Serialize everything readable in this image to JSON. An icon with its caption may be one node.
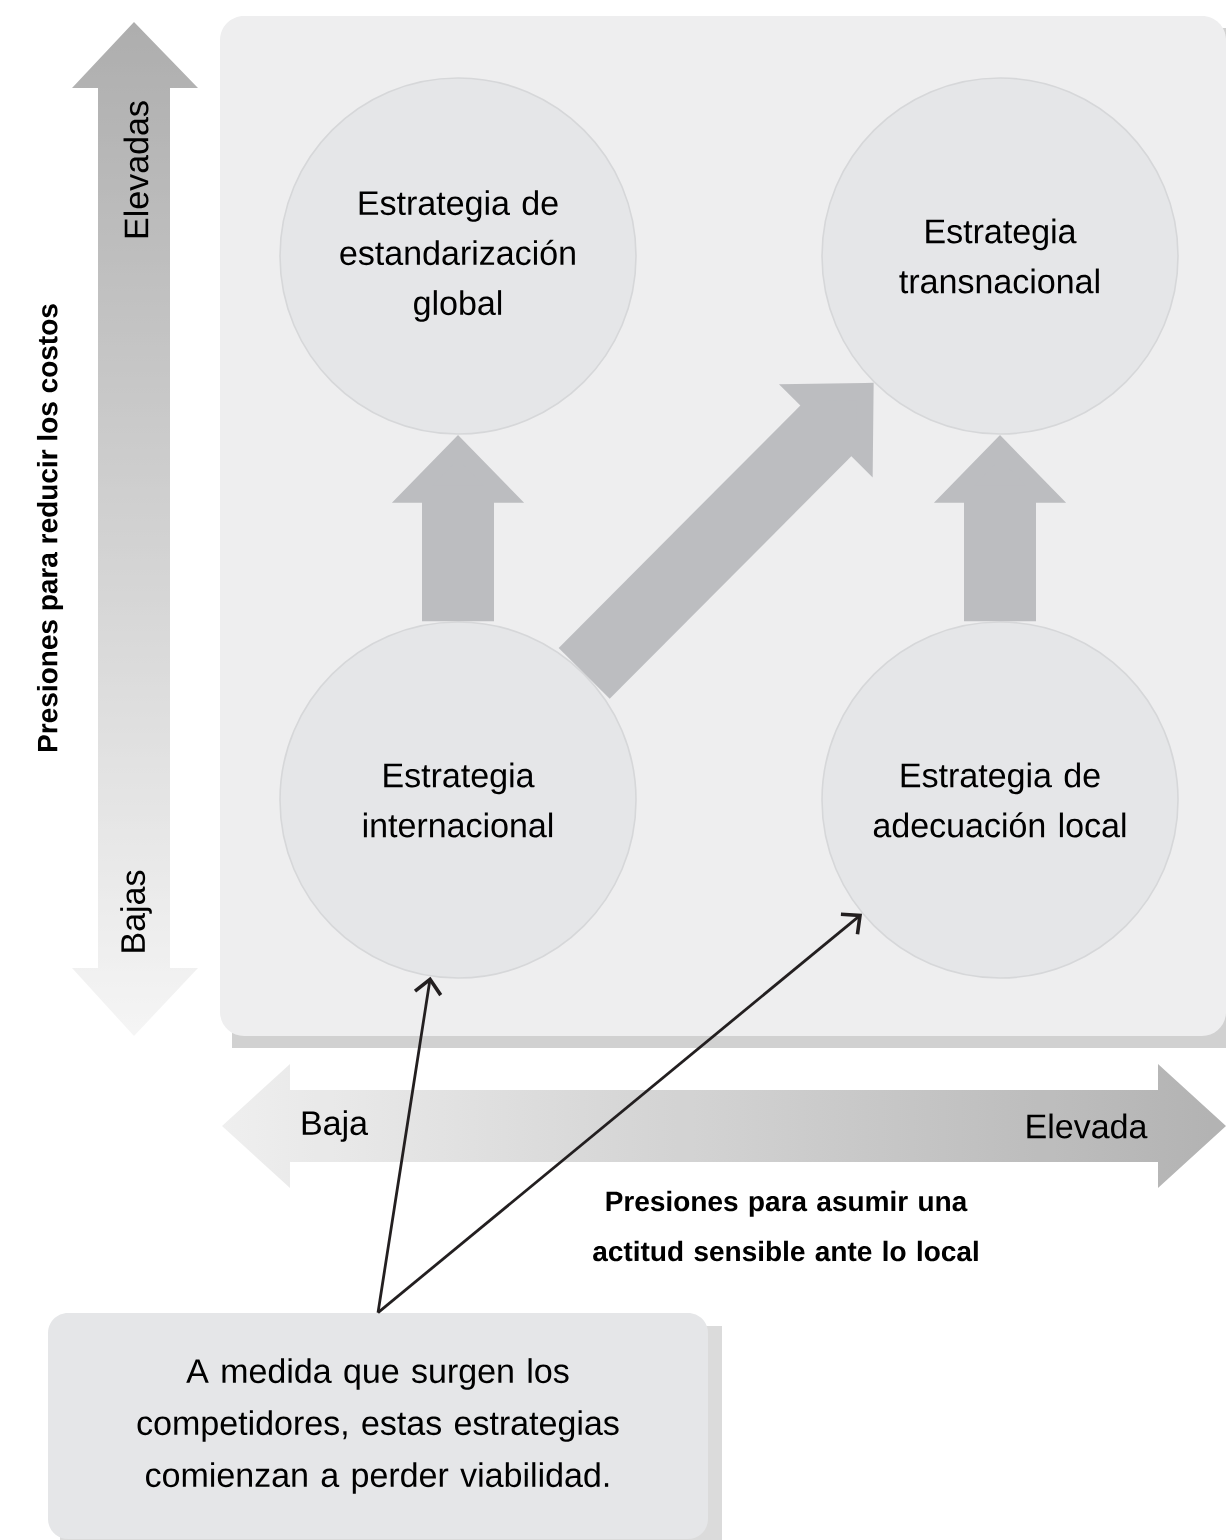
{
  "diagram": {
    "nodes": [
      {
        "text": [
          "Estrategia de estandarización global"
        ]
      },
      {
        "text": [
          "Estrategia transnacional"
        ]
      },
      {
        "text": [
          "Estrategia internacional"
        ]
      },
      {
        "text": [
          "Estrategia de adecuación local"
        ]
      },
      {
        "text": [
          "A medida que surgen los competidores, estas estrategias comienzan a perder viabilidad."
        ]
      }
    ],
    "edges": [
      {
        "from": 2,
        "to": 0,
        "arrow": "to"
      },
      {
        "from": 2,
        "to": 1,
        "arrow": "to"
      },
      {
        "from": 3,
        "to": 1,
        "arrow": "to"
      },
      {
        "from": 4,
        "to": 2,
        "arrow": "to",
        "color": "#231f20"
      },
      {
        "from": 4,
        "to": 3,
        "arrow": "to",
        "color": "#231f20"
      }
    ],
    "labels": [
      "Elevadas",
      "Presiones para reducir los costos",
      "Bajas",
      "Baja",
      "Elevada",
      "Presiones para asumir una actitud sensible ante lo local"
    ]
  }
}
